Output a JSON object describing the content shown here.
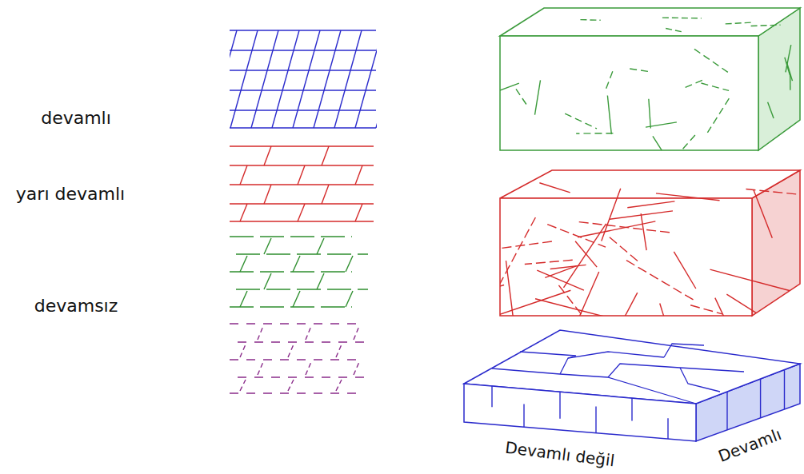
{
  "diagram": {
    "labels": [
      "devamlı",
      "yarı devamlı",
      "devamsız",
      "Devamlı değil",
      "Devamlı"
    ]
  }
}
